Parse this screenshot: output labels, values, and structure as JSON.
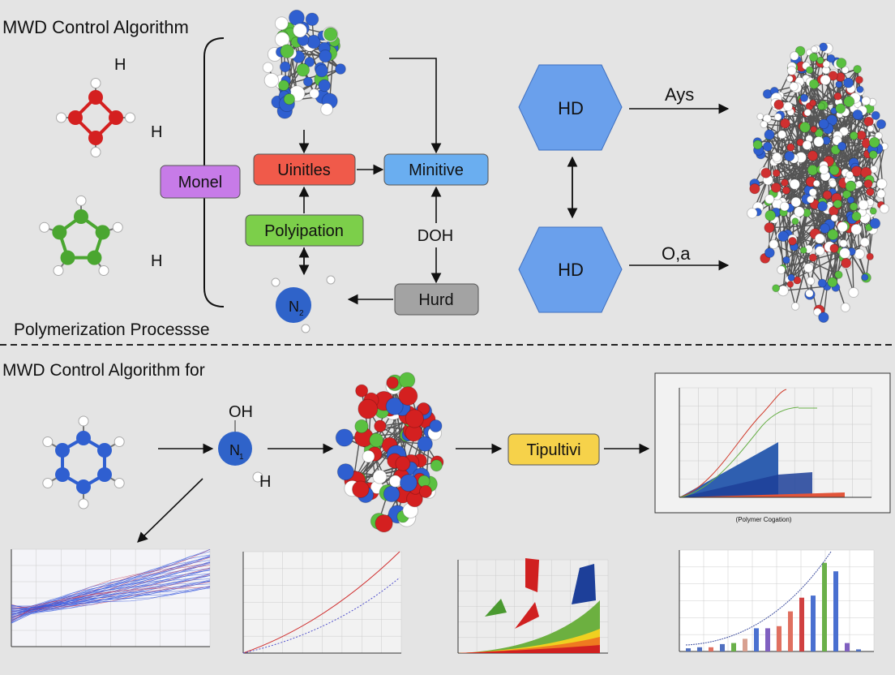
{
  "top": {
    "title": "MWD Control Algorithm",
    "footer": "Polymerization Processse",
    "h_labels": [
      "H",
      "H",
      "H"
    ],
    "boxes": {
      "monel": "Monel",
      "uinitles": "Uinitles",
      "minitive": "Minitive",
      "polyipation": "Polyipation",
      "hurd": "Hurd"
    },
    "doh": "DOH",
    "n2": "N",
    "n2_sub": "2",
    "hexagons": [
      "HD",
      "HD"
    ],
    "arrow_labels": [
      "Ays",
      "O,a"
    ]
  },
  "bottom": {
    "title": "MWD Control Algorithm for",
    "oh": "OH",
    "n": "N",
    "n_sub": "1",
    "h": "H",
    "box": "Tipultivi",
    "chart_xlabel": "(Polymer Cogation)"
  },
  "colors": {
    "monel": "#c77be8",
    "uinitles": "#f05a4a",
    "minitive": "#6aaef0",
    "polyipation": "#7ccf4a",
    "hurd": "#a3a3a3",
    "hexagon": "#6aa0ec",
    "tipultivi": "#f6d24a"
  }
}
